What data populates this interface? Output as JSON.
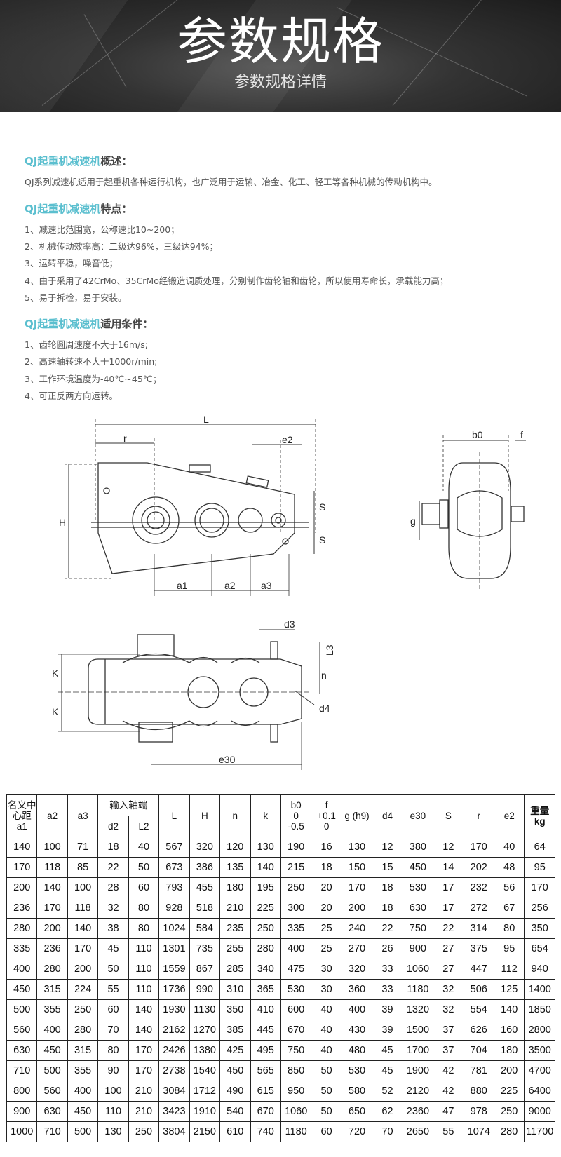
{
  "banner": {
    "title": "参数规格",
    "subtitle": "参数规格详情"
  },
  "accent_color": "#5bbfcf",
  "sections": [
    {
      "accent": "QJ起重机减速机",
      "rest": "概述：",
      "lines": [
        "QJ系列减速机适用于起重机各种运行机构，也广泛用于运输、冶金、化工、轻工等各种机械的传动机构中。"
      ]
    },
    {
      "accent": "QJ起重机减速机",
      "rest": "特点：",
      "lines": [
        "1、减速比范围宽，公称速比10~200；",
        "2、机械传动效率高：二级达96%，三级达94%；",
        "3、运转平稳，噪音低；",
        "4、由于采用了42CrMo、35CrMo经锻造调质处理，分别制作齿轮轴和齿轮，所以使用寿命长，承载能力高；",
        "5、易于拆检，易于安装。"
      ]
    },
    {
      "accent": "QJ起重机减速机",
      "rest": "适用条件：",
      "lines": [
        "1、齿轮圆周速度不大于16m/s;",
        "2、高速轴转速不大于1000r/min;",
        "3、工作环境温度为-40℃~45℃；",
        "4、可正反两方向运转。"
      ]
    }
  ],
  "diagram_labels": {
    "L": "L",
    "r": "r",
    "e2": "e2",
    "H": "H",
    "S1": "S",
    "S2": "S",
    "a1": "a1",
    "a2": "a2",
    "a3": "a3",
    "b0": "b0",
    "f": "f",
    "g": "g",
    "d3": "d3",
    "L3": "L3",
    "n": "n",
    "K1": "K",
    "K2": "K",
    "d4": "d4",
    "e30": "e30"
  },
  "table": {
    "header": {
      "a1": "名义中心距a1",
      "a1_l1": "名义中",
      "a1_l2": "心距",
      "a1_l3": "a1",
      "a2": "a2",
      "a3": "a3",
      "input_shaft": "输入轴端",
      "d2": "d2",
      "L2": "L2",
      "L": "L",
      "H": "H",
      "n": "n",
      "k": "k",
      "b0_l1": "b0",
      "b0_l2": "0",
      "b0_l3": "-0.5",
      "f_l1": "f",
      "f_l2": "+0.1",
      "f_l3": "0",
      "g": "g (h9)",
      "d4": "d4",
      "e30": "e30",
      "S": "S",
      "r": "r",
      "e2": "e2",
      "weight_l1": "重量",
      "weight_l2": "kg"
    },
    "rows": [
      [
        "140",
        "100",
        "71",
        "18",
        "40",
        "567",
        "320",
        "120",
        "130",
        "190",
        "16",
        "130",
        "12",
        "380",
        "12",
        "170",
        "40",
        "64"
      ],
      [
        "170",
        "118",
        "85",
        "22",
        "50",
        "673",
        "386",
        "135",
        "140",
        "215",
        "18",
        "150",
        "15",
        "450",
        "14",
        "202",
        "48",
        "95"
      ],
      [
        "200",
        "140",
        "100",
        "28",
        "60",
        "793",
        "455",
        "180",
        "195",
        "250",
        "20",
        "170",
        "18",
        "530",
        "17",
        "232",
        "56",
        "170"
      ],
      [
        "236",
        "170",
        "118",
        "32",
        "80",
        "928",
        "518",
        "210",
        "225",
        "300",
        "20",
        "200",
        "18",
        "630",
        "17",
        "272",
        "67",
        "256"
      ],
      [
        "280",
        "200",
        "140",
        "38",
        "80",
        "1024",
        "584",
        "235",
        "250",
        "335",
        "25",
        "240",
        "22",
        "750",
        "22",
        "314",
        "80",
        "350"
      ],
      [
        "335",
        "236",
        "170",
        "45",
        "110",
        "1301",
        "735",
        "255",
        "280",
        "400",
        "25",
        "270",
        "26",
        "900",
        "27",
        "375",
        "95",
        "654"
      ],
      [
        "400",
        "280",
        "200",
        "50",
        "110",
        "1559",
        "867",
        "285",
        "340",
        "475",
        "30",
        "320",
        "33",
        "1060",
        "27",
        "447",
        "112",
        "940"
      ],
      [
        "450",
        "315",
        "224",
        "55",
        "110",
        "1736",
        "990",
        "310",
        "365",
        "530",
        "30",
        "360",
        "33",
        "1180",
        "32",
        "506",
        "125",
        "1400"
      ],
      [
        "500",
        "355",
        "250",
        "60",
        "140",
        "1930",
        "1130",
        "350",
        "410",
        "600",
        "40",
        "400",
        "39",
        "1320",
        "32",
        "554",
        "140",
        "1850"
      ],
      [
        "560",
        "400",
        "280",
        "70",
        "140",
        "2162",
        "1270",
        "385",
        "445",
        "670",
        "40",
        "430",
        "39",
        "1500",
        "37",
        "626",
        "160",
        "2800"
      ],
      [
        "630",
        "450",
        "315",
        "80",
        "170",
        "2426",
        "1380",
        "425",
        "495",
        "750",
        "40",
        "480",
        "45",
        "1700",
        "37",
        "704",
        "180",
        "3500"
      ],
      [
        "710",
        "500",
        "355",
        "90",
        "170",
        "2738",
        "1540",
        "450",
        "565",
        "850",
        "50",
        "530",
        "45",
        "1900",
        "42",
        "781",
        "200",
        "4700"
      ],
      [
        "800",
        "560",
        "400",
        "100",
        "210",
        "3084",
        "1712",
        "490",
        "615",
        "950",
        "50",
        "580",
        "52",
        "2120",
        "42",
        "880",
        "225",
        "6400"
      ],
      [
        "900",
        "630",
        "450",
        "110",
        "210",
        "3423",
        "1910",
        "540",
        "670",
        "1060",
        "50",
        "650",
        "62",
        "2360",
        "47",
        "978",
        "250",
        "9000"
      ],
      [
        "1000",
        "710",
        "500",
        "130",
        "250",
        "3804",
        "2150",
        "610",
        "740",
        "1180",
        "60",
        "720",
        "70",
        "2650",
        "55",
        "1074",
        "280",
        "11700"
      ]
    ]
  }
}
